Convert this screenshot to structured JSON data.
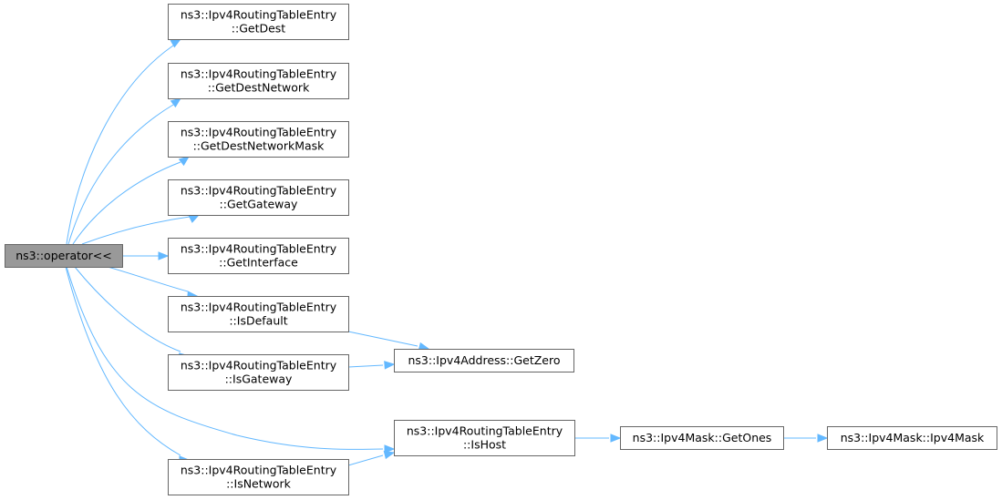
{
  "colors": {
    "edge": "#63b8ff",
    "root_fill": "#999999",
    "node_fill": "#ffffff",
    "node_border": "#666666"
  },
  "nodes": [
    {
      "id": "operator",
      "lines": [
        "ns3::operator<<"
      ]
    },
    {
      "id": "getdest",
      "lines": [
        "ns3::Ipv4RoutingTableEntry",
        "::GetDest"
      ]
    },
    {
      "id": "getdestnetwork",
      "lines": [
        "ns3::Ipv4RoutingTableEntry",
        "::GetDestNetwork"
      ]
    },
    {
      "id": "getdestnetworkmask",
      "lines": [
        "ns3::Ipv4RoutingTableEntry",
        "::GetDestNetworkMask"
      ]
    },
    {
      "id": "getgateway",
      "lines": [
        "ns3::Ipv4RoutingTableEntry",
        "::GetGateway"
      ]
    },
    {
      "id": "getinterface",
      "lines": [
        "ns3::Ipv4RoutingTableEntry",
        "::GetInterface"
      ]
    },
    {
      "id": "isdefault",
      "lines": [
        "ns3::Ipv4RoutingTableEntry",
        "::IsDefault"
      ]
    },
    {
      "id": "isgateway",
      "lines": [
        "ns3::Ipv4RoutingTableEntry",
        "::IsGateway"
      ]
    },
    {
      "id": "isnetwork",
      "lines": [
        "ns3::Ipv4RoutingTableEntry",
        "::IsNetwork"
      ]
    },
    {
      "id": "getzero",
      "lines": [
        "ns3::Ipv4Address::GetZero"
      ]
    },
    {
      "id": "ishost",
      "lines": [
        "ns3::Ipv4RoutingTableEntry",
        "::IsHost"
      ]
    },
    {
      "id": "getones",
      "lines": [
        "ns3::Ipv4Mask::GetOnes"
      ]
    },
    {
      "id": "ipv4mask",
      "lines": [
        "ns3::Ipv4Mask::Ipv4Mask"
      ]
    }
  ],
  "edges": [
    {
      "from": "operator",
      "to": "getdest"
    },
    {
      "from": "operator",
      "to": "getdestnetwork"
    },
    {
      "from": "operator",
      "to": "getdestnetworkmask"
    },
    {
      "from": "operator",
      "to": "getgateway"
    },
    {
      "from": "operator",
      "to": "getinterface"
    },
    {
      "from": "operator",
      "to": "isdefault"
    },
    {
      "from": "operator",
      "to": "isgateway"
    },
    {
      "from": "operator",
      "to": "ishost"
    },
    {
      "from": "operator",
      "to": "isnetwork"
    },
    {
      "from": "isdefault",
      "to": "getzero"
    },
    {
      "from": "isgateway",
      "to": "getzero"
    },
    {
      "from": "isnetwork",
      "to": "ishost"
    },
    {
      "from": "ishost",
      "to": "getones"
    },
    {
      "from": "getones",
      "to": "ipv4mask"
    }
  ]
}
